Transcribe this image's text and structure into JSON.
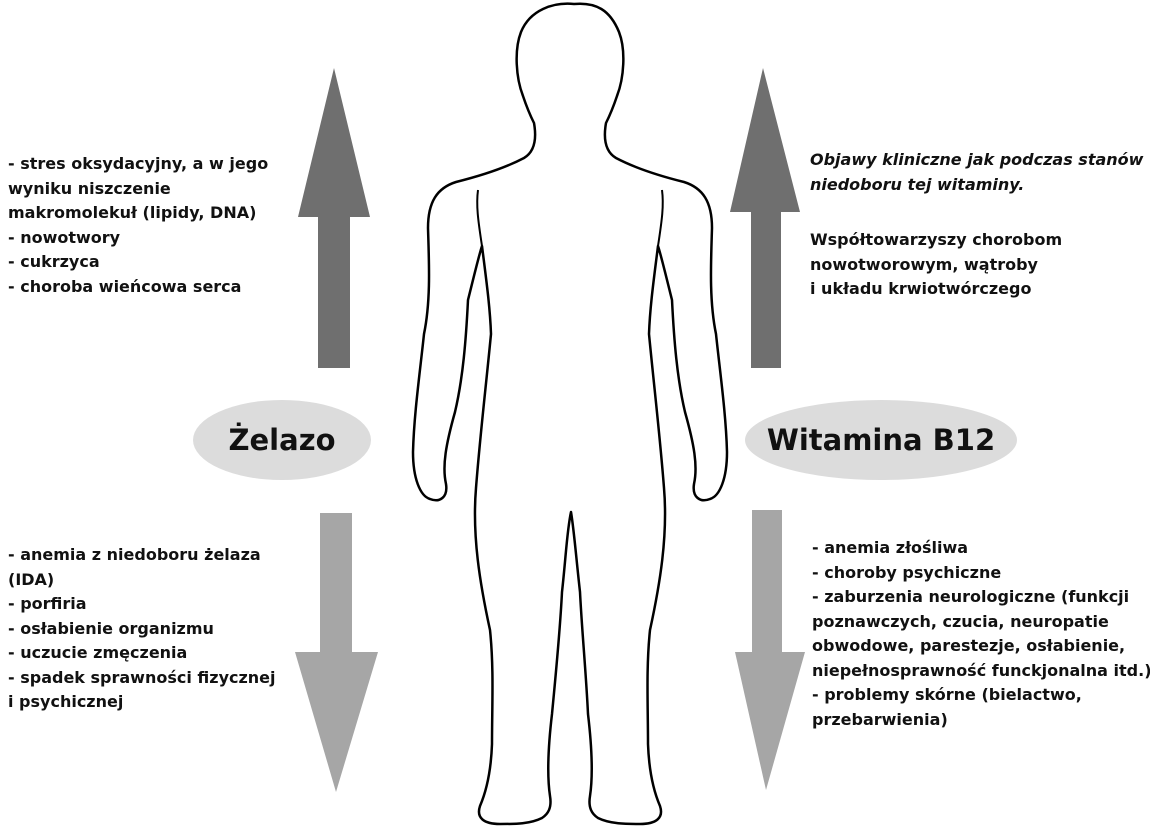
{
  "iron": {
    "label": "Żelazo",
    "excess": [
      "- stres oksydacyjny, a w jego",
      "wyniku niszczenie",
      "makromolekuł (lipidy, DNA)",
      "- nowotwory",
      "- cukrzyca",
      "- choroba wieńcowa serca"
    ],
    "deficiency": [
      "- anemia z niedoboru żelaza",
      "(IDA)",
      "- porfiria",
      "- osłabienie organizmu",
      "- uczucie zmęczenia",
      "- spadek sprawności fizycznej",
      "i psychicznej"
    ]
  },
  "b12": {
    "label": "Witamina B12",
    "excess_italic": [
      "Objawy kliniczne jak podczas stanów",
      "niedoboru tej witaminy."
    ],
    "excess": [
      "Współtowarzyszy chorobom",
      "nowotworowym, wątroby",
      "i układu krwiotwórczego"
    ],
    "deficiency": [
      "- anemia złośliwa",
      "- choroby psychiczne",
      "- zaburzenia neurologiczne (funkcji",
      "poznawczych, czucia, neuropatie",
      "obwodowe, parestezje, osłabienie,",
      "niepełnosprawność funckjonalna itd.)",
      "- problemy skórne (bielactwo,",
      "przebarwienia)"
    ]
  },
  "colors": {
    "up_arrow": "#6f6f6f",
    "down_arrow": "#a6a6a6",
    "ellipse": "#dcdcdc",
    "outline": "#000000"
  }
}
